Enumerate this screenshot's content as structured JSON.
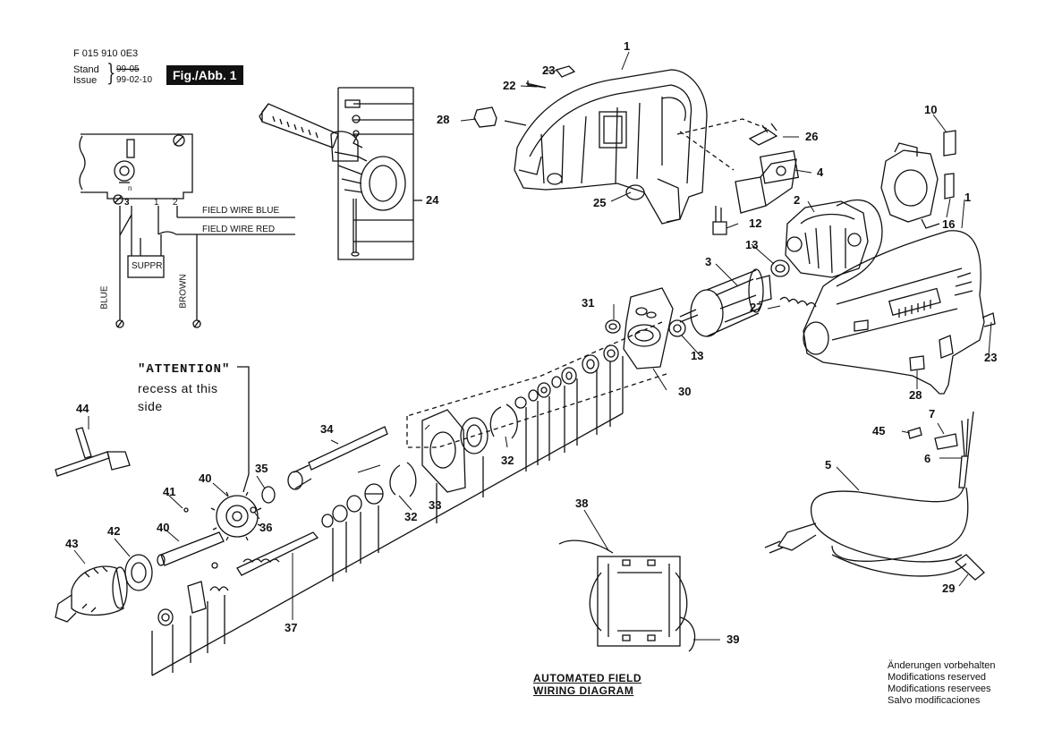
{
  "header": {
    "doc_id": "F 015 910 0E3",
    "stand_label": "Stand",
    "stand_value": "99-05",
    "issue_label": "Issue",
    "issue_value": "99-02-10",
    "figure_badge": "Fig./Abb. 1"
  },
  "wiring": {
    "field_wire_blue": "FIELD WIRE BLUE",
    "field_wire_red": "FIELD WIRE RED",
    "suppr": "SUPPR",
    "blue": "BLUE",
    "brown": "BROWN",
    "terminal_3": "3",
    "terminal_1": "1",
    "terminal_2": "2"
  },
  "attention": {
    "line1": "\"ATTENTION\"",
    "line2": "recess at this",
    "line3": "side"
  },
  "field_diagram": {
    "line1": "AUTOMATED FIELD",
    "line2": "WIRING  DIAGRAM"
  },
  "notes": [
    "Änderungen vorbehalten",
    "Modifications reserved",
    "Modifications reservees",
    "Salvo modificaciones"
  ],
  "part_numbers": {
    "p1a": "1",
    "p1b": "1",
    "p2": "2",
    "p3": "3",
    "p4": "4",
    "p5": "5",
    "p6": "6",
    "p7": "7",
    "p10": "10",
    "p12": "12",
    "p13a": "13",
    "p13b": "13",
    "p16": "16",
    "p22": "22",
    "p23a": "23",
    "p23b": "23",
    "p24": "24",
    "p25": "25",
    "p26": "26",
    "p27": "27",
    "p28a": "28",
    "p28b": "28",
    "p29": "29",
    "p30": "30",
    "p31": "31",
    "p32a": "32",
    "p32b": "32",
    "p33": "33",
    "p34": "34",
    "p35": "35",
    "p36": "36",
    "p37": "37",
    "p38": "38",
    "p39": "39",
    "p40a": "40",
    "p40b": "40",
    "p41": "41",
    "p42": "42",
    "p43": "43",
    "p44": "44",
    "p45": "45"
  }
}
